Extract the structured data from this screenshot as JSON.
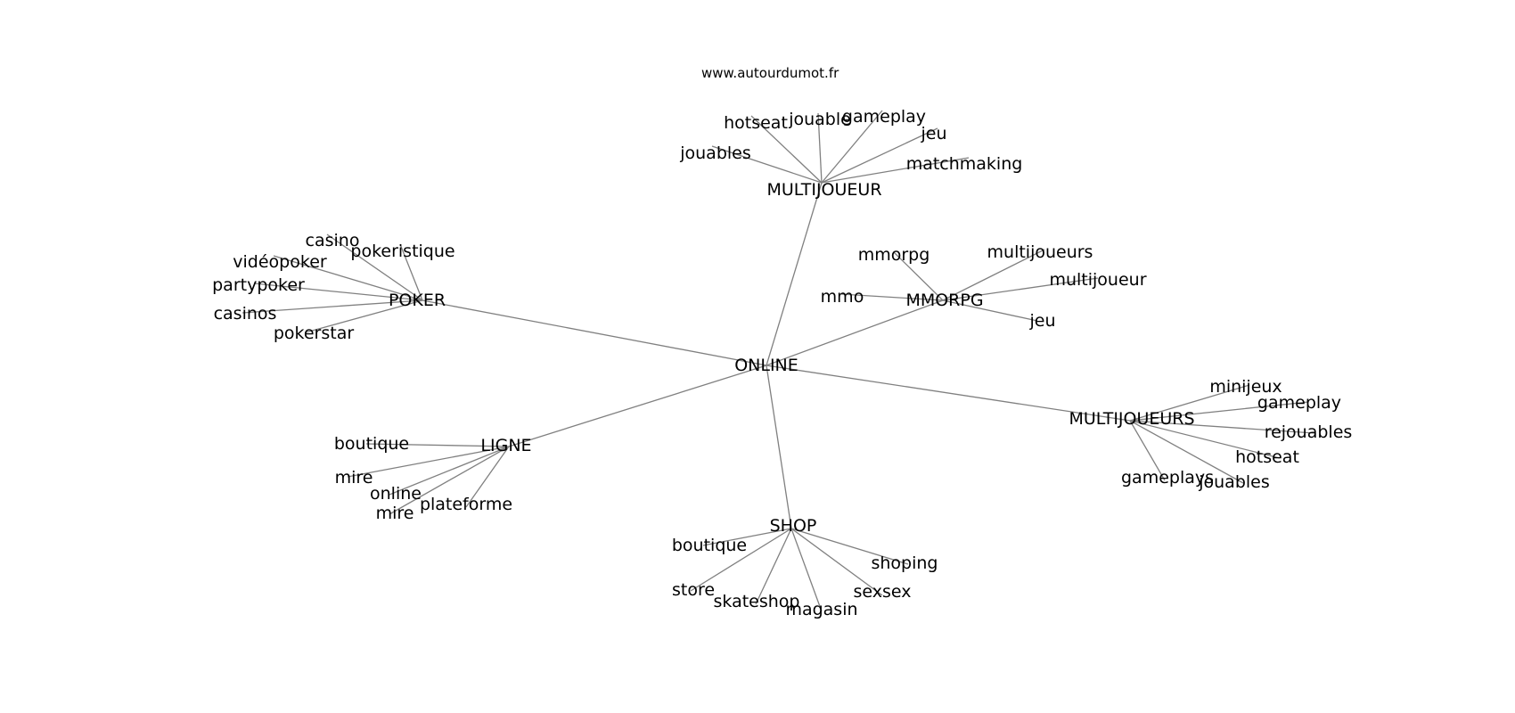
{
  "site_url": "www.autourdumot.fr",
  "colors": {
    "edge": "#808080",
    "text": "#000000",
    "background": "#ffffff"
  },
  "graph": {
    "center": "ONLINE",
    "groups": [
      {
        "hub": "MULTIJOUEUR",
        "leaves": [
          "jouables",
          "hotseat",
          "jouable",
          "gameplay",
          "jeu",
          "matchmaking"
        ]
      },
      {
        "hub": "POKER",
        "leaves": [
          "casino",
          "pokeristique",
          "vidéopoker",
          "partypoker",
          "casinos",
          "pokerstar"
        ]
      },
      {
        "hub": "MMORPG",
        "leaves": [
          "mmorpg",
          "multijoueurs",
          "multijoueur",
          "mmo",
          "jeu"
        ]
      },
      {
        "hub": "MULTIJOUEURS",
        "leaves": [
          "minijeux",
          "gameplay",
          "rejouables",
          "hotseat",
          "gameplays",
          "jouables"
        ]
      },
      {
        "hub": "LIGNE",
        "leaves": [
          "boutique",
          "mire",
          "online",
          "mire",
          "plateforme"
        ]
      },
      {
        "hub": "SHOP",
        "leaves": [
          "boutique",
          "shoping",
          "store",
          "sexsex",
          "skateshop",
          "magasin"
        ]
      }
    ]
  }
}
